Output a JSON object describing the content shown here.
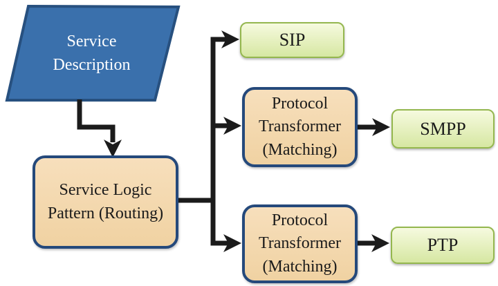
{
  "nodes": {
    "service_description": {
      "label": "Service Description",
      "type": "input"
    },
    "service_logic": {
      "label": "Service Logic Pattern (Routing)",
      "type": "process"
    },
    "protocol_transformer_1": {
      "label": "Protocol Transformer (Matching)",
      "type": "process"
    },
    "protocol_transformer_2": {
      "label": "Protocol Transformer (Matching)",
      "type": "process"
    },
    "sip": {
      "label": "SIP",
      "type": "endpoint"
    },
    "smpp": {
      "label": "SMPP",
      "type": "endpoint"
    },
    "ptp": {
      "label": "PTP",
      "type": "endpoint"
    }
  },
  "edges": [
    {
      "from": "service_description",
      "to": "service_logic"
    },
    {
      "from": "service_logic",
      "to": "sip"
    },
    {
      "from": "service_logic",
      "to": "protocol_transformer_1"
    },
    {
      "from": "service_logic",
      "to": "protocol_transformer_2"
    },
    {
      "from": "protocol_transformer_1",
      "to": "smpp"
    },
    {
      "from": "protocol_transformer_2",
      "to": "ptp"
    }
  ],
  "colors": {
    "background": "#FFFFFF",
    "input_fill": "#3A70AC",
    "input_border": "#27507F",
    "input_text": "#FFFFFF",
    "process_fill_top": "#F7DFBC",
    "process_fill_bottom": "#F0D2A2",
    "process_border": "#25497B",
    "endpoint_fill_top": "#F6FADF",
    "endpoint_fill_bottom": "#D6E7A2",
    "endpoint_border": "#94B74E",
    "connector": "#1B1B1B",
    "text": "#1A1A1A"
  }
}
